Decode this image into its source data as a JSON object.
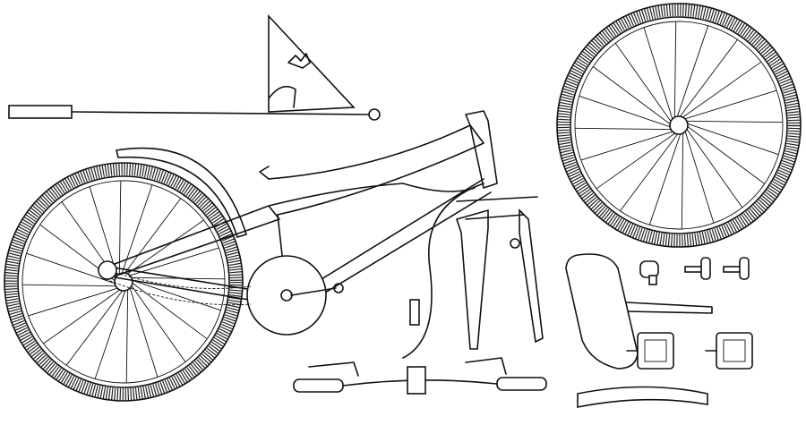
{
  "illustration": {
    "style": "black line drawing on white",
    "colors": {
      "line": "#111111",
      "background": "#ffffff"
    },
    "parts": [
      "rear-wheel",
      "front-wheel",
      "safety-flag",
      "rear-fender",
      "frame",
      "chain-guard",
      "fork",
      "handlebar",
      "saddle",
      "seatpost",
      "bell",
      "pedals",
      "front-fender",
      "reflector-knobs"
    ]
  }
}
